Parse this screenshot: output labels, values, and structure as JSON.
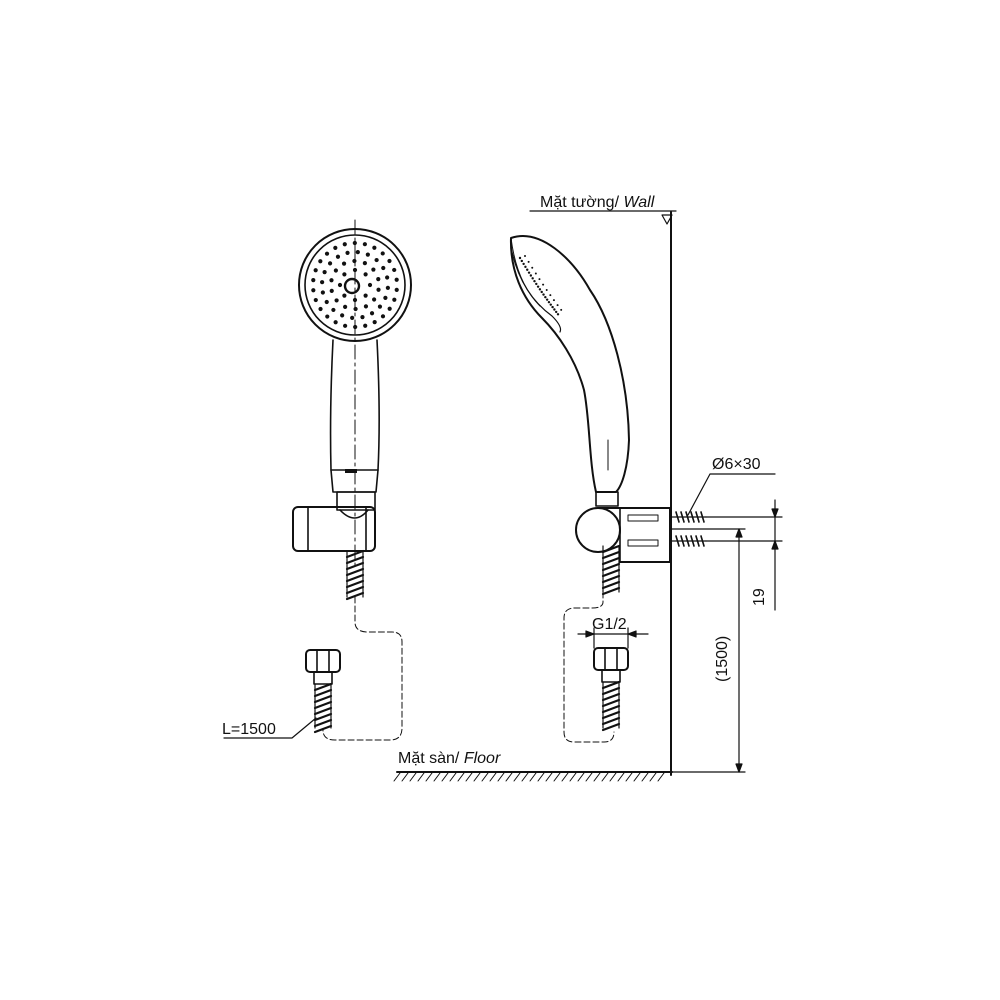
{
  "labels": {
    "wall_prefix": "Mặt tường/",
    "wall_en": "Wall",
    "floor_prefix": "Mặt sàn/",
    "floor_en": "Floor",
    "hose_length": "L=1500",
    "thread": "G1/2",
    "screw": "Ø6×30",
    "bracket_height": "19",
    "mount_height": "(1500)"
  },
  "colors": {
    "line": "#111111",
    "background": "#ffffff"
  }
}
